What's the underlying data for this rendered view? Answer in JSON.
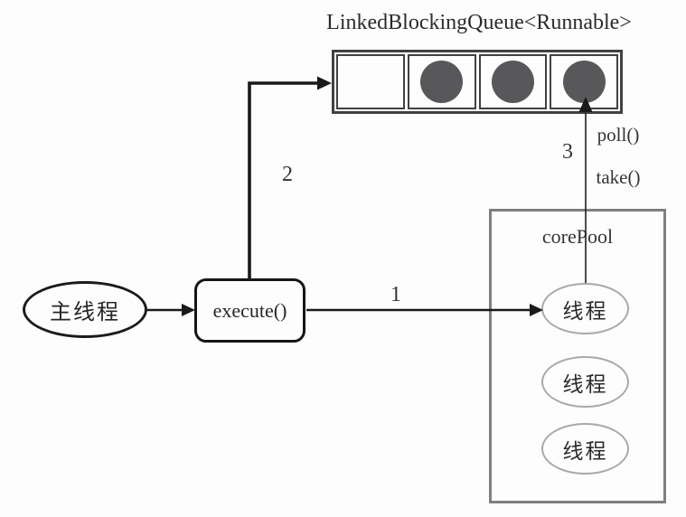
{
  "diagram": {
    "title": "LinkedBlockingQueue<Runnable>",
    "queue": {
      "cells": [
        {
          "filled": false
        },
        {
          "filled": true
        },
        {
          "filled": true
        },
        {
          "filled": true
        }
      ]
    },
    "main_thread_label": "主线程",
    "execute_label": "execute()",
    "core_pool": {
      "label": "corePool",
      "threads": [
        "线程",
        "线程",
        "线程"
      ]
    },
    "arrows": {
      "step1": "1",
      "step2": "2",
      "step3": "3",
      "poll_label": "poll()",
      "take_label": "take()"
    },
    "colors": {
      "queue_border": "#414141",
      "task_circle": "#58585a",
      "core_pool_border": "#7f7f7f",
      "thread_ellipse_border": "#a9a9a9",
      "line": "#1a1a1a"
    }
  }
}
